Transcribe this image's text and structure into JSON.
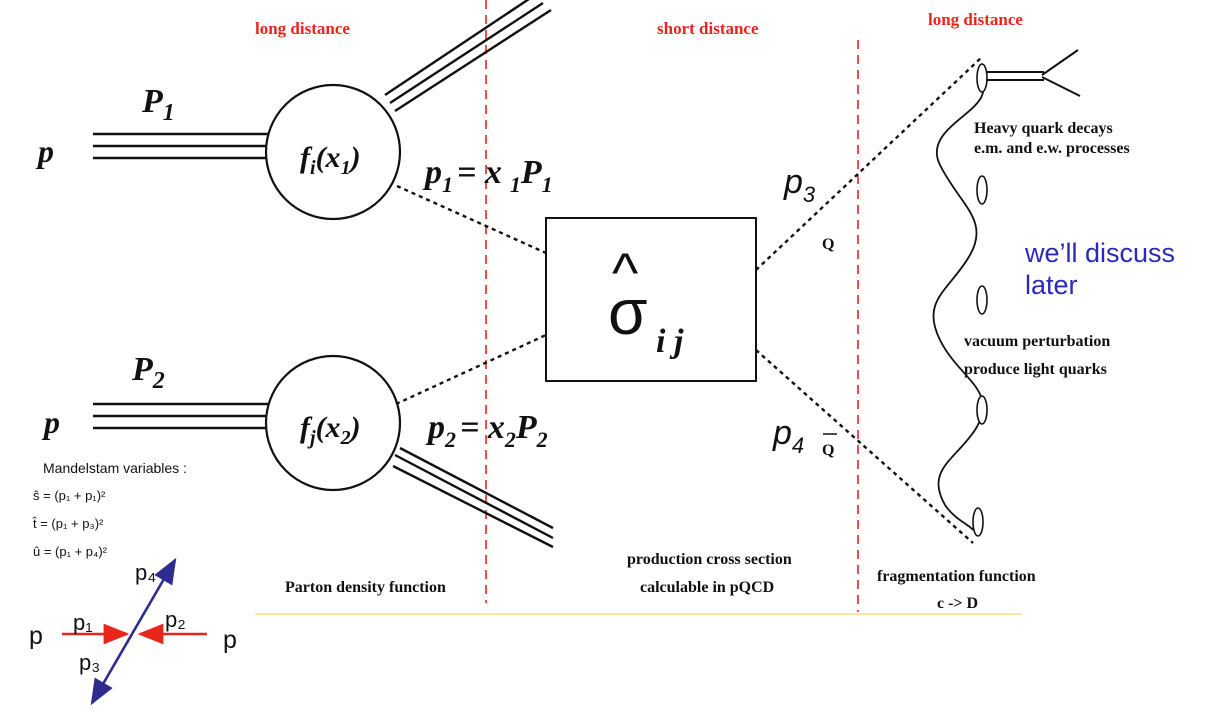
{
  "regions": {
    "left": "long distance",
    "middle": "short distance",
    "right": "long distance"
  },
  "labels": {
    "proton_top": "p",
    "proton_bottom": "p",
    "P": "P",
    "P1_sub": "1",
    "P2_sub": "2",
    "pdf_top": "f",
    "pdf_top_sub": "i",
    "pdf_top_arg": "(x",
    "pdf_top_arg_sub": "1",
    "pdf_bottom": "f",
    "pdf_bottom_sub": "j",
    "pdf_bottom_arg": "(x",
    "pdf_bottom_arg_sub": "2",
    "close_paren": ")",
    "p1_eq": "p",
    "p1_eq_sub": "1",
    "p1_eq_rhs": "= x",
    "p1_eq_rhs_sub": "1",
    "p1_eq_P": "P",
    "p1_eq_P_sub": "1",
    "p2_eq": "p",
    "p2_eq_sub": "2",
    "p2_eq_rhs": "= x",
    "p2_eq_rhs_sub": "2",
    "p2_eq_P": "P",
    "p2_eq_P_sub": "2",
    "sigma": "σ",
    "sigma_hat": "^",
    "sigma_sub": "i j",
    "p3": "p",
    "p3_sub": "3",
    "p4": "p",
    "p4_sub": "4",
    "Q": "Q",
    "Qbar": "Q",
    "heavy_decay_1": "Heavy quark decays",
    "heavy_decay_2": "e.m. and e.w. processes",
    "discuss_1": "we’ll discuss",
    "discuss_2": "later",
    "vacuum_1": "vacuum perturbation",
    "vacuum_2": "produce light quarks",
    "parton_density": "Parton density function",
    "production_1": "production cross section",
    "production_2": "calculable in pQCD",
    "fragmentation_1": "fragmentation function",
    "fragmentation_2": "c -> D"
  },
  "mandelstam": {
    "title": "Mandelstam variables :",
    "s": "ŝ = (p₁ + p₁)²",
    "t": "t̂ = (p₁ + p₃)²",
    "u": "û = (p₁ + p₄)²"
  },
  "kinematics": {
    "p_left": "p",
    "p_right": "p",
    "p1": "p₁",
    "p2": "p₂",
    "p3": "p₃",
    "p4": "p₄"
  },
  "colors": {
    "divider": "#e8261c",
    "region_text": "#e8261c",
    "note_text": "#2a2ab8",
    "kinematic_red": "#e8261c",
    "kinematic_blue": "#2f2c8f",
    "baseline": "#f3e089"
  }
}
